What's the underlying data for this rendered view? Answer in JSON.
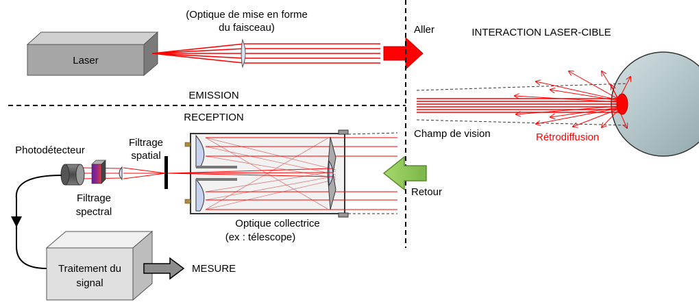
{
  "laser": {
    "label": "Laser"
  },
  "beam_shaping": {
    "line1": "(Optique de mise en forme",
    "line2": "du faisceau)"
  },
  "aller": "Aller",
  "interaction_title": "INTERACTION LASER-CIBLE",
  "emission": "EMISSION",
  "reception": "RECEPTION",
  "champ_de_vision": "Champ de vision",
  "retrodiffusion": "Rétrodiffusion",
  "retour": "Retour",
  "photodetecteur": "Photodétecteur",
  "filtrage_spatial": {
    "line1": "Filtrage",
    "line2": "spatial"
  },
  "filtrage_spectral": {
    "line1": "Filtrage",
    "line2": "spectral"
  },
  "optique_collectrice": {
    "line1": "Optique collectrice",
    "line2": "(ex : télescope)"
  },
  "traitement": {
    "line1": "Traitement du",
    "line2": "signal"
  },
  "mesure": "MESURE",
  "colors": {
    "beam": "#ff0000",
    "box_face": "#a6a6a6",
    "box_top": "#d0d0d0",
    "box_side": "#7a7a7a",
    "arrow_green": "#92d050",
    "target": "#b4c8cc"
  }
}
